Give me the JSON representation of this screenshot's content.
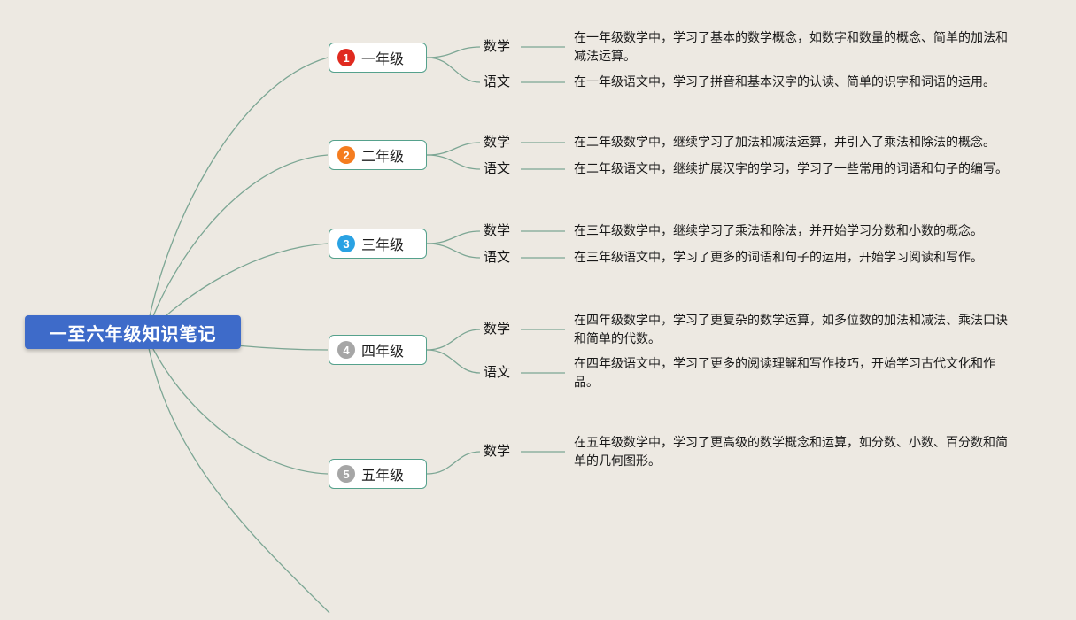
{
  "title": "一至六年级知识笔记",
  "colors": {
    "background": "#ede9e2",
    "root_bg": "#3e6bc9",
    "root_text": "#ffffff",
    "node_border": "#55a18c",
    "line": "#7ca694",
    "badge_gray": "#a6a6a6"
  },
  "root": {
    "label": "一至六年级知识笔记"
  },
  "grades": [
    {
      "label": "一年级",
      "badge": "1",
      "badge_color": "#e02a1f",
      "subjects": [
        {
          "name": "数学",
          "desc": "在一年级数学中，学习了基本的数学概念，如数字和数量的概念、简单的加法和减法运算。"
        },
        {
          "name": "语文",
          "desc": "在一年级语文中，学习了拼音和基本汉字的认读、简单的识字和词语的运用。"
        }
      ]
    },
    {
      "label": "二年级",
      "badge": "2",
      "badge_color": "#f57c1f",
      "subjects": [
        {
          "name": "数学",
          "desc": "在二年级数学中，继续学习了加法和减法运算，并引入了乘法和除法的概念。"
        },
        {
          "name": "语文",
          "desc": "在二年级语文中，继续扩展汉字的学习，学习了一些常用的词语和句子的编写。"
        }
      ]
    },
    {
      "label": "三年级",
      "badge": "3",
      "badge_color": "#2aa2e3",
      "subjects": [
        {
          "name": "数学",
          "desc": "在三年级数学中，继续学习了乘法和除法，并开始学习分数和小数的概念。"
        },
        {
          "name": "语文",
          "desc": "在三年级语文中，学习了更多的词语和句子的运用，开始学习阅读和写作。"
        }
      ]
    },
    {
      "label": "四年级",
      "badge": "4",
      "badge_color": "#a6a6a6",
      "subjects": [
        {
          "name": "数学",
          "desc": "在四年级数学中，学习了更复杂的数学运算，如多位数的加法和减法、乘法口诀和简单的代数。"
        },
        {
          "name": "语文",
          "desc": "在四年级语文中，学习了更多的阅读理解和写作技巧，开始学习古代文化和作品。"
        }
      ]
    },
    {
      "label": "五年级",
      "badge": "5",
      "badge_color": "#a6a6a6",
      "subjects": [
        {
          "name": "数学",
          "desc": "在五年级数学中，学习了更高级的数学概念和运算，如分数、小数、百分数和简单的几何图形。"
        }
      ]
    }
  ]
}
